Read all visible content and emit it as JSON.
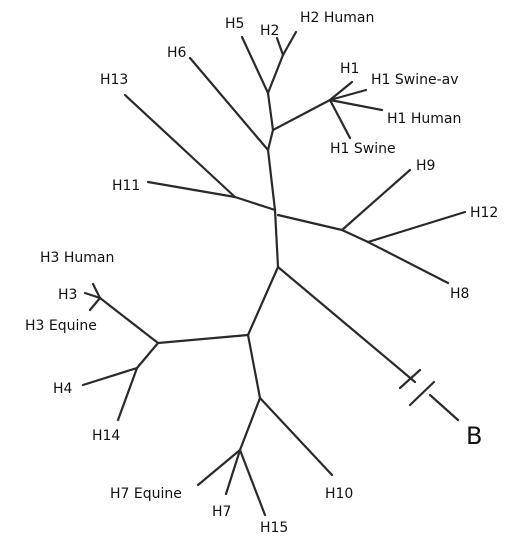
{
  "tree": {
    "labels": {
      "h1": "H1",
      "h1_swine_av": "H1 Swine-av",
      "h1_human": "H1 Human",
      "h1_swine": "H1 Swine",
      "h2": "H2",
      "h2_human": "H2 Human",
      "h3": "H3",
      "h3_human": "H3 Human",
      "h3_equine": "H3 Equine",
      "h4": "H4",
      "h5": "H5",
      "h6": "H6",
      "h7": "H7",
      "h7_equine": "H7 Equine",
      "h8": "H8",
      "h9": "H9",
      "h10": "H10",
      "h11": "H11",
      "h12": "H12",
      "h13": "H13",
      "h14": "H14",
      "h15": "H15",
      "b": "B"
    }
  }
}
